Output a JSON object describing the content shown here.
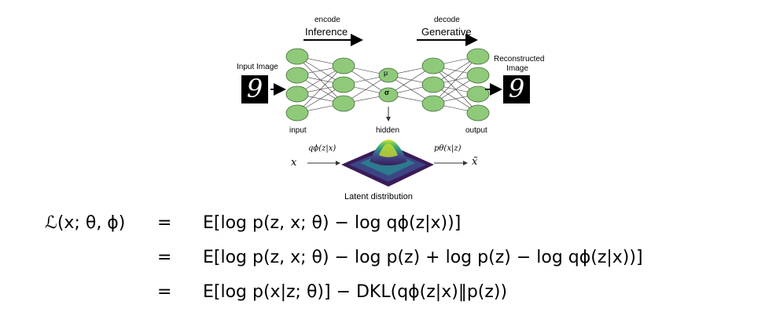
{
  "diagram": {
    "encode_small": "encode",
    "encode_big": "Inference",
    "decode_small": "decode",
    "decode_big": "Generative",
    "input_image_label": "Input Image",
    "reconstructed_label": "Reconstructed Image",
    "input_layer_label": "input",
    "hidden_layer_label": "hidden",
    "output_layer_label": "output",
    "mu_label": "μ",
    "sigma_label": "σ",
    "digit": "9",
    "latent_label": "Latent distribution",
    "x_label": "x",
    "x_tilde_label": "x̃",
    "q_label": "qϕ(z|x)",
    "p_label": "pθ(x|z)",
    "node_color": "#8fca7a",
    "node_stroke": "#3f6b34"
  },
  "equations": {
    "lhs": "ℒ(x; θ, ϕ)",
    "eq": "=",
    "line1": "E[log p(z, x; θ) − log qϕ(z|x))]",
    "line2": "E[log p(z, x; θ) − log p(z) + log p(z) − log qϕ(z|x))]",
    "line3": "E[log p(x|z; θ)] − DKL(qϕ(z|x)‖p(z))"
  }
}
